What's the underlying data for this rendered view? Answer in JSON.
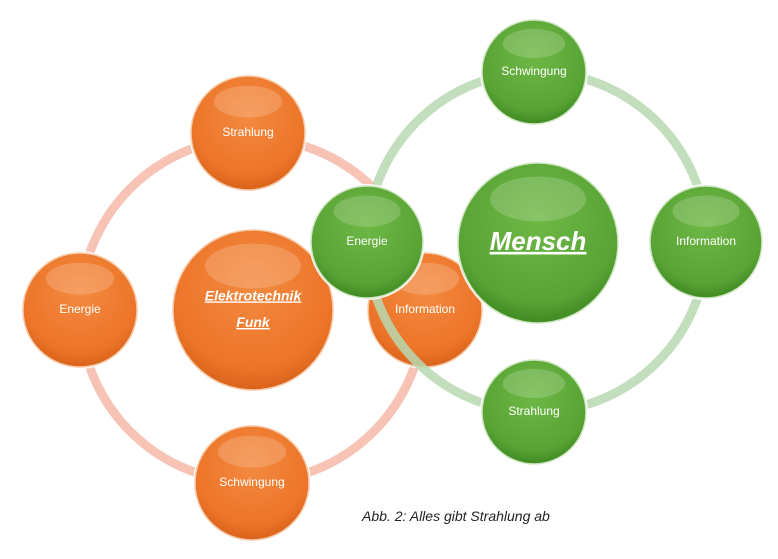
{
  "colors": {
    "orange": "#EE7A30",
    "orange_ring": "#F4B8A8",
    "green": "#5FA93A",
    "green_ring": "#B9D8B0"
  },
  "left_cycle": {
    "center": {
      "line1": "Elektrotechnik",
      "line2": "Funk"
    },
    "nodes": {
      "top": "Strahlung",
      "left": "Energie",
      "bottom": "Schwingung",
      "right": "Information"
    }
  },
  "right_cycle": {
    "center": {
      "line1": "Mensch"
    },
    "nodes": {
      "top": "Schwingung",
      "left": "Energie",
      "bottom": "Strahlung",
      "right": "Information"
    }
  },
  "caption": "Abb. 2: Alles gibt Strahlung ab"
}
